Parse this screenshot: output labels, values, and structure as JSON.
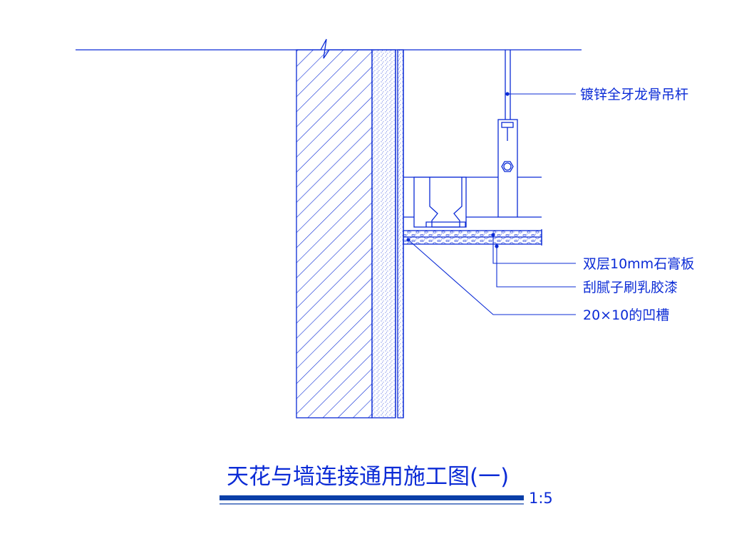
{
  "drawing": {
    "labels": {
      "hanger_rod": "镀锌全牙龙骨吊杆",
      "gypsum_board": "双层10mm石膏板",
      "putty_paint": "刮腻子刷乳胶漆",
      "groove": "20×10的凹槽"
    },
    "title": "天花与墙连接通用施工图(一)",
    "scale": "1:5",
    "line_color": "#0b2bd6",
    "title_bar_color": "#0a3fa8"
  }
}
